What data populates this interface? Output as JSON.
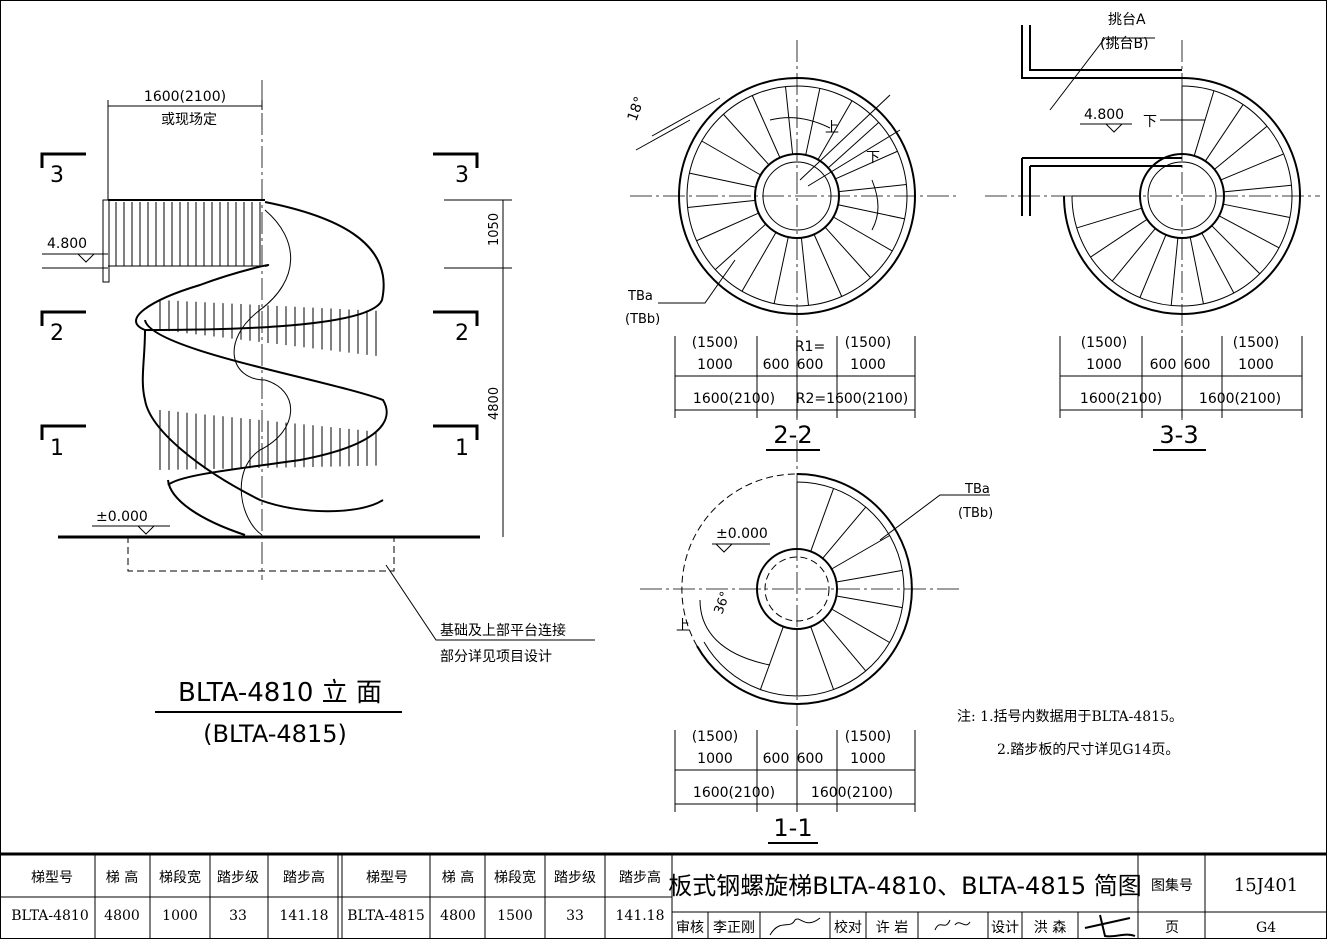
{
  "elevation": {
    "width_dim": "1600(2100)",
    "width_note": "或现场定",
    "level_top": "4.800",
    "level_base": "±0.000",
    "dim_1050": "1050",
    "dim_4800": "4800",
    "section_marks": [
      "3",
      "2",
      "1"
    ],
    "foundation_note_1": "基础及上部平台连接",
    "foundation_note_2": "部分详见项目设计",
    "title": "BLTA-4810 立 面",
    "subtitle": "(BLTA-4815)"
  },
  "plan_2_2": {
    "angle": "18°",
    "up": "上",
    "down": "下",
    "tb_label": "TBa",
    "tb_label_alt": "(TBb)",
    "dims_top": [
      "(1500)",
      "1000",
      "600",
      "R1=",
      "600",
      "(1500)",
      "1000"
    ],
    "dims_bottom": [
      "1600(2100)",
      "R2=1600(2100)"
    ],
    "title": "2-2"
  },
  "plan_3_3": {
    "platform": "挑台A",
    "platform_alt": "(挑台B)",
    "level": "4.800",
    "down": "下",
    "dims_top": [
      "(1500)",
      "1000",
      "600",
      "600",
      "(1500)",
      "1000"
    ],
    "dims_bottom": [
      "1600(2100)",
      "1600(2100)"
    ],
    "title": "3-3"
  },
  "plan_1_1": {
    "level": "±0.000",
    "angle": "36°",
    "up": "上",
    "tb_label": "TBa",
    "tb_label_alt": "(TBb)",
    "dims_top": [
      "(1500)",
      "1000",
      "600",
      "600",
      "(1500)",
      "1000"
    ],
    "dims_bottom": [
      "1600(2100)",
      "1600(2100)"
    ],
    "title": "1-1"
  },
  "notes": {
    "line1": "注: 1.括号内数据用于BLTA-4815。",
    "line2": "2.踏步板的尺寸详见G14页。"
  },
  "table": {
    "headers": [
      "梯型号",
      "梯 高",
      "梯段宽",
      "踏步级",
      "踏步高"
    ],
    "rows": [
      [
        "BLTA-4810",
        "4800",
        "1000",
        "33",
        "141.18"
      ],
      [
        "BLTA-4815",
        "4800",
        "1500",
        "33",
        "141.18"
      ]
    ]
  },
  "title_block": {
    "title": "板式钢螺旋梯BLTA-4810、BLTA-4815 简图",
    "atlas_label": "图集号",
    "atlas_no": "15J401",
    "page_label": "页",
    "page_no": "G4",
    "review_label": "审核",
    "reviewer": "李正刚",
    "check_label": "校对",
    "checker": "许 岩",
    "design_label": "设计",
    "designer": "洪 森"
  }
}
